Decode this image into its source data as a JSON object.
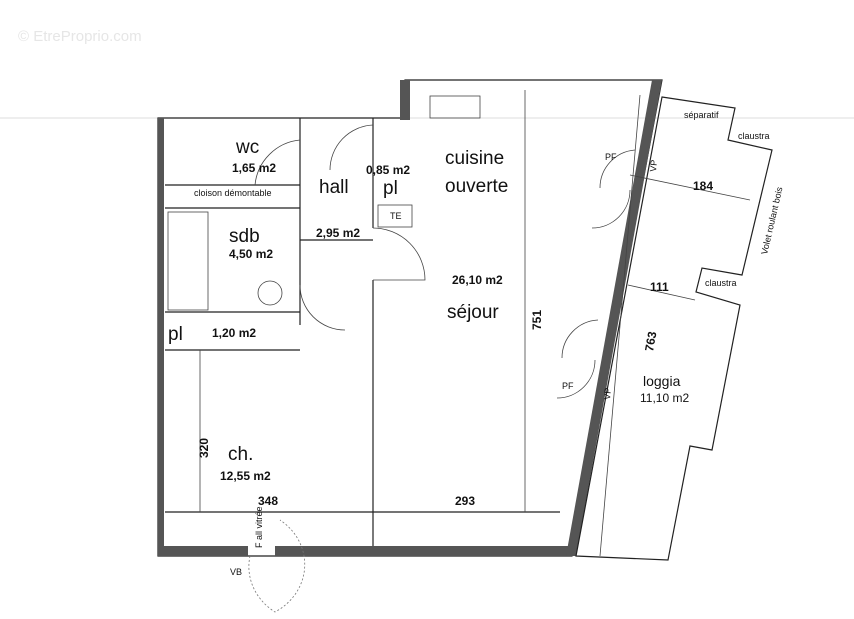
{
  "watermark": "© EtreProprio.com",
  "rooms": {
    "wc": {
      "name": "wc",
      "area": "1,65 m2"
    },
    "cloison": "cloison démontable",
    "hall": {
      "name": "hall",
      "area": "2,95 m2"
    },
    "placard1": {
      "name": "pl",
      "area": "0,85 m2"
    },
    "cuisine": {
      "line1": "cuisine",
      "line2": "ouverte"
    },
    "sdb": {
      "name": "sdb",
      "area": "4,50 m2"
    },
    "sejour": {
      "name": "séjour",
      "area": "26,10 m2"
    },
    "placard2": {
      "name": "pl",
      "area": "1,20 m2"
    },
    "chambre": {
      "name": "ch.",
      "area": "12,55 m2"
    },
    "loggia": {
      "name": "loggia",
      "area": "11,10 m2"
    }
  },
  "dimensions": {
    "d751": "751",
    "d320": "320",
    "d348": "348",
    "d293": "293",
    "d184": "184",
    "d111": "111",
    "d763": "763"
  },
  "labels": {
    "te": "TE",
    "fall": "F all vitrée",
    "vb": "VB",
    "pf1": "PF",
    "pf2": "PF",
    "vp1": "VP",
    "vp2": "VP",
    "separatif": "séparatif",
    "claustra1": "claustra",
    "claustra2": "claustra",
    "volet": "Volet roulant bois"
  }
}
